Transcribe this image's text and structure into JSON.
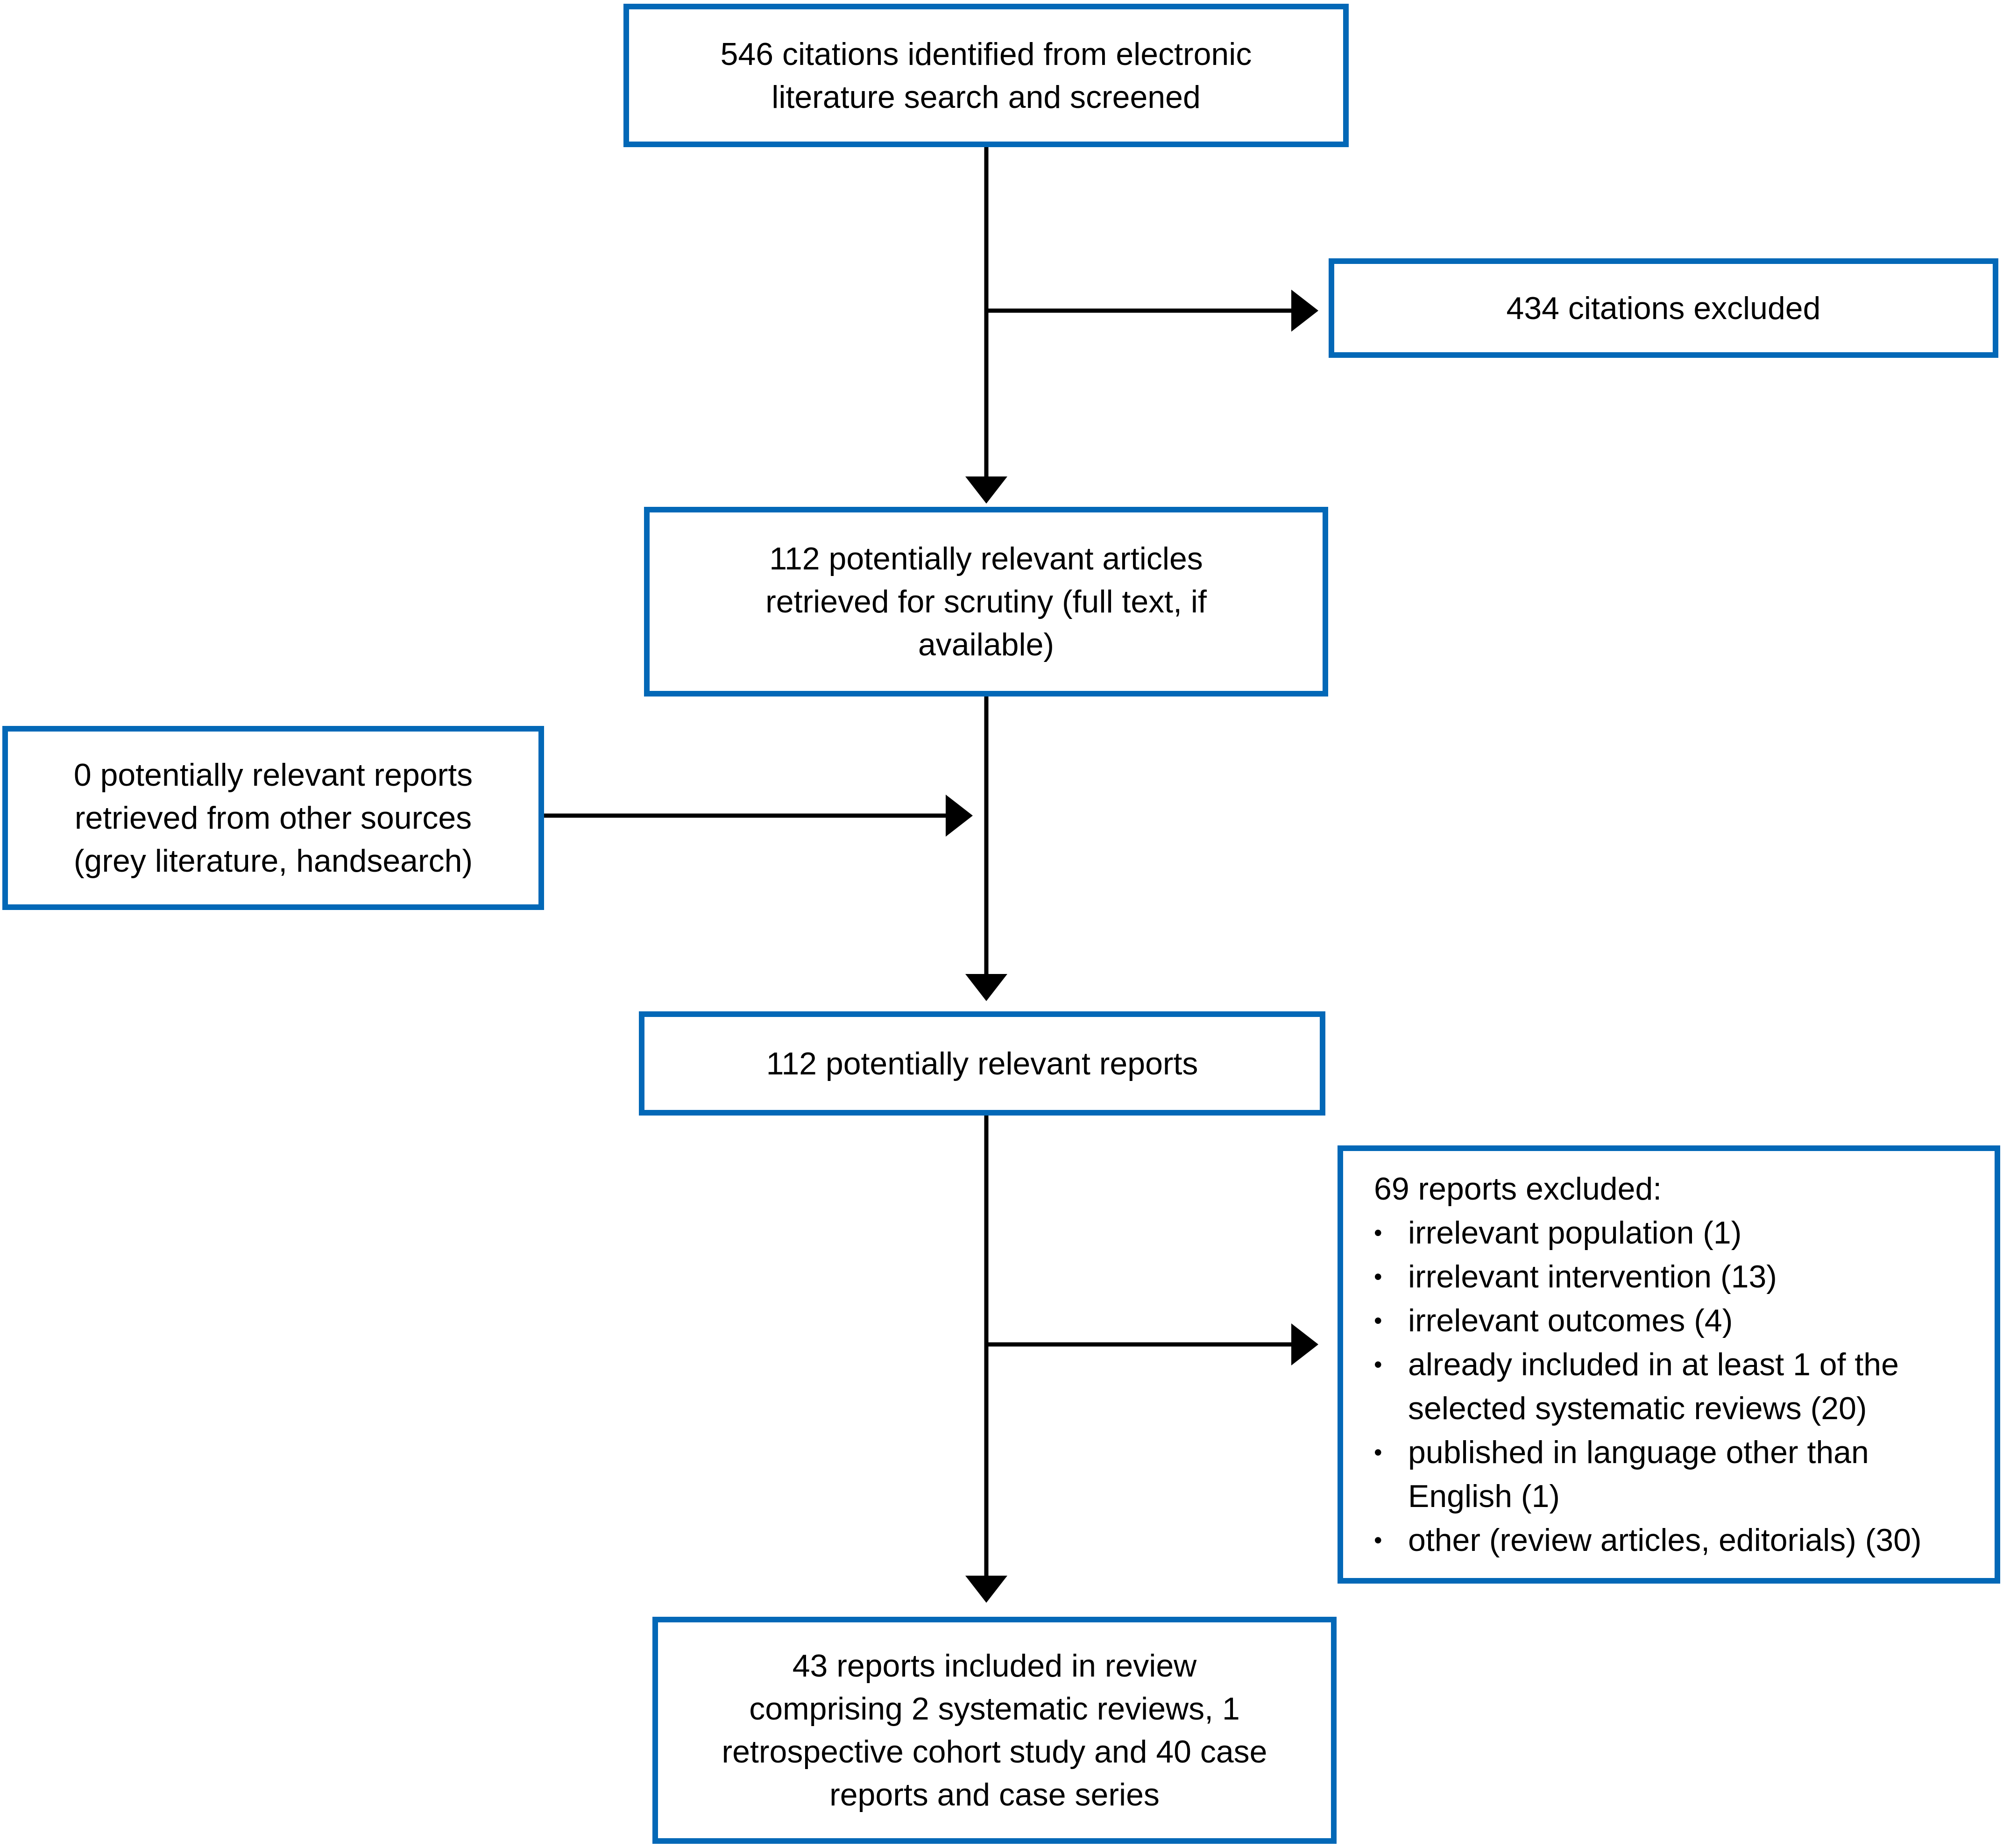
{
  "figure": {
    "type": "flow-diagram",
    "colors": {
      "box_border": "#0368b7",
      "box_fill": "#ffffff",
      "arrow": "#000000",
      "text": "#000000",
      "background": "#ffffff"
    },
    "boxes": {
      "screened": {
        "lines": [
          "546 citations identified from electronic",
          "literature search and screened"
        ]
      },
      "citations_excluded": {
        "lines": [
          "434 citations excluded"
        ]
      },
      "retrieved": {
        "lines": [
          "112 potentially relevant articles",
          "retrieved for scrutiny (full text, if",
          "available)"
        ]
      },
      "other_sources": {
        "lines": [
          "0 potentially relevant reports",
          "retrieved from other sources",
          "(grey literature, handsearch)"
        ]
      },
      "relevant_reports": {
        "lines": [
          "112 potentially relevant reports"
        ]
      },
      "reports_excluded": {
        "title": "69 reports excluded:",
        "bullet_char": "•",
        "items": [
          {
            "lines": [
              "irrelevant population (1)"
            ]
          },
          {
            "lines": [
              "irrelevant intervention (13)"
            ]
          },
          {
            "lines": [
              "irrelevant outcomes (4)"
            ]
          },
          {
            "lines": [
              "already included in at least 1 of the",
              "selected systematic reviews (20)"
            ]
          },
          {
            "lines": [
              "published in language other than",
              "English (1)"
            ]
          },
          {
            "lines": [
              "other (review articles, editorials) (30)"
            ]
          }
        ]
      },
      "included": {
        "lines": [
          "43 reports included in review",
          "comprising 2 systematic reviews, 1",
          "retrospective cohort study and 40 case",
          "reports and case series"
        ]
      }
    }
  }
}
